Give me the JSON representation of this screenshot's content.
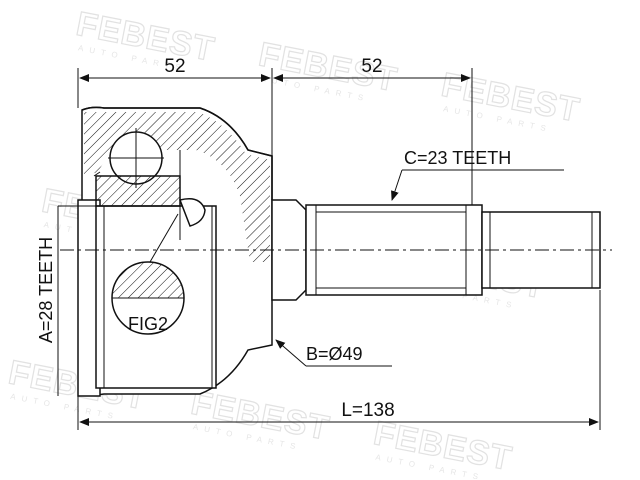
{
  "watermark": {
    "brand": "FEBEST",
    "subtitle": "AUTO PARTS"
  },
  "dimensions": {
    "left_length": "52",
    "right_length": "52",
    "total_length": "L=138"
  },
  "labels": {
    "outer_spline": "C=23 TEETH",
    "inner_spline": "A=28 TEETH",
    "diameter": "B=Ø49",
    "figure_ref": "FIG2"
  },
  "colors": {
    "line": "#111111",
    "watermark": "#e2e2e2",
    "background": "#ffffff"
  }
}
